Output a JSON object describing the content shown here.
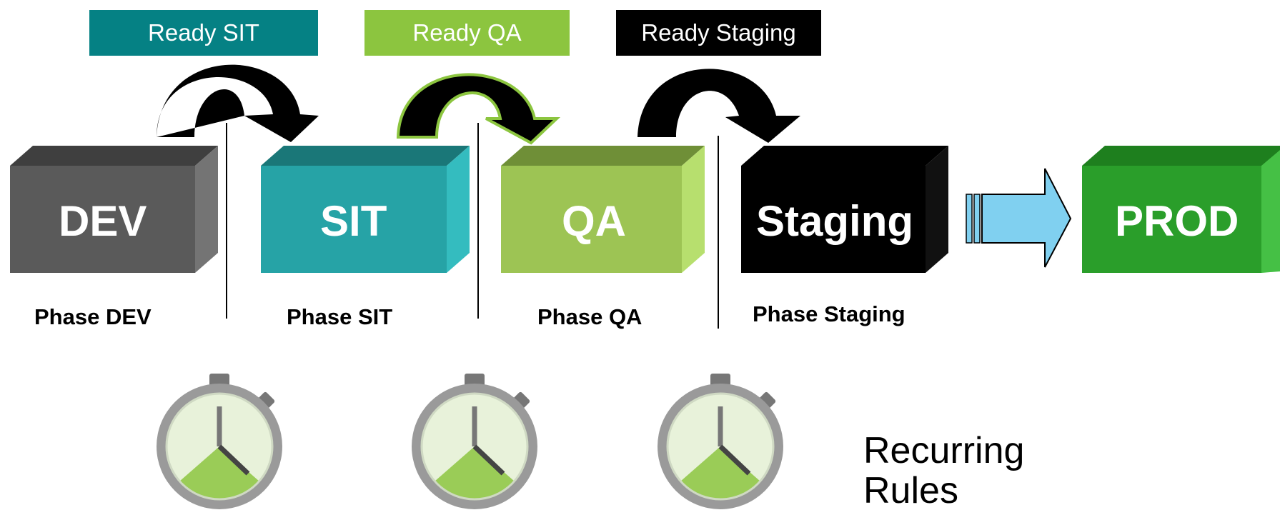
{
  "ready_tags": [
    {
      "label": "Ready SIT",
      "color": "#058184"
    },
    {
      "label": "Ready QA",
      "color": "#8cc53f"
    },
    {
      "label": "Ready Staging",
      "color": "#000000"
    }
  ],
  "stages": [
    {
      "name": "DEV",
      "color": "#5a5a5a"
    },
    {
      "name": "SIT",
      "color": "#26a3a6"
    },
    {
      "name": "QA",
      "color": "#9dc454"
    },
    {
      "name": "Staging",
      "color": "#000000"
    },
    {
      "name": "PROD",
      "color": "#2a9e2a"
    }
  ],
  "phases": [
    "Phase DEV",
    "Phase SIT",
    "Phase QA",
    "Phase Staging"
  ],
  "stopwatch_icons": [
    "stopwatch-icon",
    "stopwatch-icon",
    "stopwatch-icon"
  ],
  "footer": {
    "line1": "Recurring",
    "line2": "Rules"
  }
}
